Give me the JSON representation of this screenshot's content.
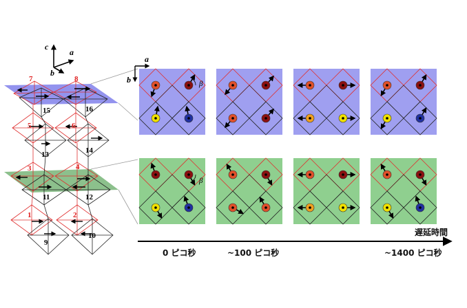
{
  "colors": {
    "upper_plane": "#7f7ff0",
    "lower_plane": "#7fbf7f",
    "panel_upper": "#9f9ff0",
    "panel_lower": "#8fcf8f",
    "red_line": "#e03030",
    "black_line": "#222222",
    "spin_dark_red": "#8b1010",
    "spin_orange_red": "#e0502a",
    "spin_yellow": "#f0e000",
    "spin_orange": "#f0a020",
    "spin_blue": "#2030a0"
  },
  "axes_left": {
    "c": "c",
    "a": "a",
    "b": "b"
  },
  "axes_panel": {
    "a": "a",
    "b": "b"
  },
  "angle_label": "β",
  "layer_numbers": {
    "red": [
      "1",
      "2",
      "3",
      "4",
      "5",
      "6",
      "7",
      "8"
    ],
    "black": [
      "9",
      "10",
      "11",
      "12",
      "13",
      "14",
      "15",
      "16"
    ]
  },
  "timeline": {
    "axis_label": "遅延時間",
    "ticks": [
      "0 ピコ秒",
      "~100 ピコ秒",
      "~1400 ピコ秒"
    ]
  },
  "spin_panels": {
    "top": [
      {
        "spins": [
          {
            "color": "orange_red",
            "angle": 250
          },
          {
            "color": "dark_red",
            "angle": 60
          },
          {
            "color": "yellow",
            "angle": 80
          },
          {
            "color": "blue",
            "angle": 100
          }
        ]
      },
      {
        "spins": [
          {
            "color": "orange_red",
            "angle": 230
          },
          {
            "color": "dark_red",
            "angle": 50
          },
          {
            "color": "orange_red",
            "angle": 230
          },
          {
            "color": "dark_red",
            "angle": 50
          }
        ]
      },
      {
        "spins": [
          {
            "color": "orange_red",
            "angle": 180
          },
          {
            "color": "dark_red",
            "angle": 0
          },
          {
            "color": "orange",
            "angle": 180
          },
          {
            "color": "yellow",
            "angle": 0
          }
        ]
      },
      {
        "spins": [
          {
            "color": "orange_red",
            "angle": 240
          },
          {
            "color": "dark_red",
            "angle": 60
          },
          {
            "color": "yellow",
            "angle": 240
          },
          {
            "color": "blue",
            "angle": 60
          }
        ]
      }
    ],
    "bottom": [
      {
        "spins": [
          {
            "color": "dark_red",
            "angle": 110
          },
          {
            "color": "dark_red",
            "angle": -60
          },
          {
            "color": "yellow",
            "angle": -60
          },
          {
            "color": "blue",
            "angle": 110
          }
        ]
      },
      {
        "spins": [
          {
            "color": "orange_red",
            "angle": 120
          },
          {
            "color": "dark_red",
            "angle": -60
          },
          {
            "color": "orange_red",
            "angle": -30
          },
          {
            "color": "orange_red",
            "angle": 120
          }
        ]
      },
      {
        "spins": [
          {
            "color": "orange_red",
            "angle": 180
          },
          {
            "color": "dark_red",
            "angle": 0
          },
          {
            "color": "orange",
            "angle": 180
          },
          {
            "color": "yellow",
            "angle": 0
          }
        ]
      },
      {
        "spins": [
          {
            "color": "orange_red",
            "angle": 120
          },
          {
            "color": "dark_red",
            "angle": -60
          },
          {
            "color": "yellow",
            "angle": -60
          },
          {
            "color": "blue",
            "angle": 110
          }
        ]
      }
    ]
  }
}
